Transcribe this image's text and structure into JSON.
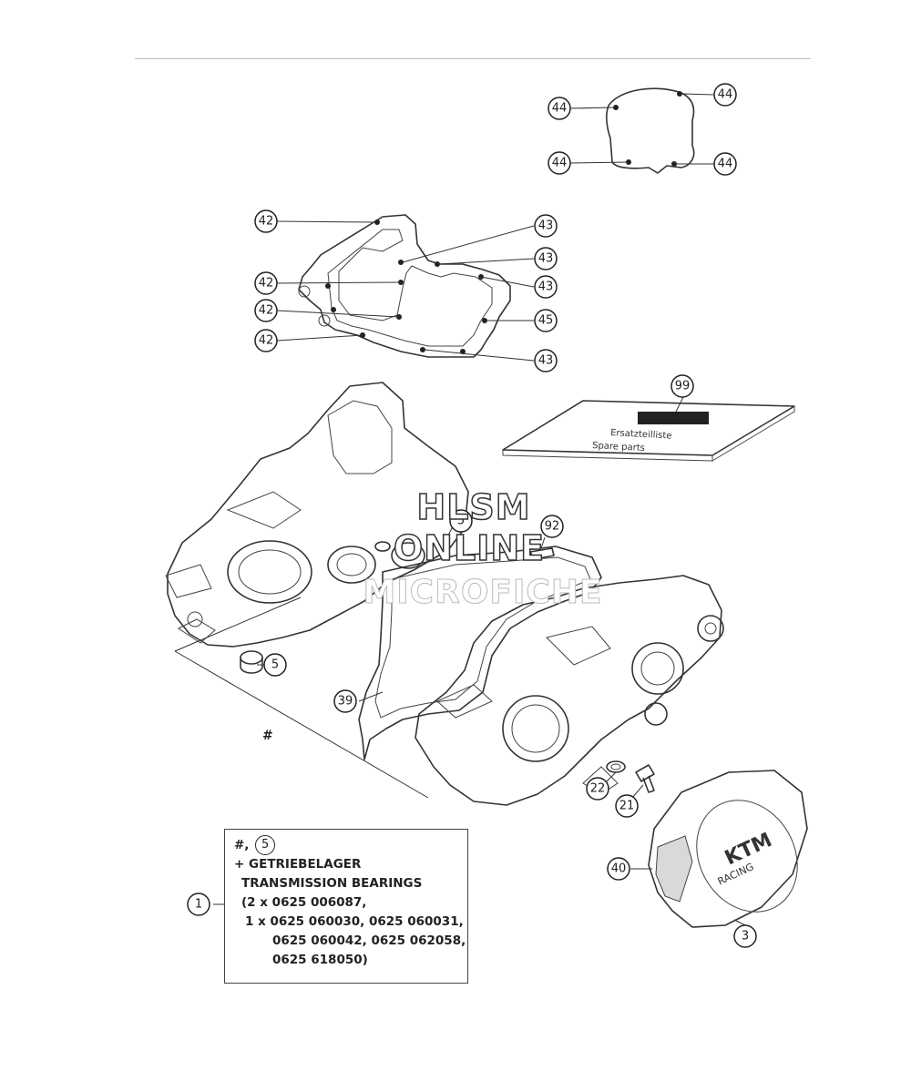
{
  "callouts": {
    "c44a": "44",
    "c44b": "44",
    "c44c": "44",
    "c44d": "44",
    "c42a": "42",
    "c42b": "42",
    "c42c": "42",
    "c42d": "42",
    "c43a": "43",
    "c43b": "43",
    "c43c": "43",
    "c43d": "43",
    "c45": "45",
    "c99": "99",
    "c5a": "5",
    "c5b": "5",
    "c92": "92",
    "c39": "39",
    "c22": "22",
    "c21": "21",
    "c40": "40",
    "c3": "3",
    "c1": "1"
  },
  "hash_label": "#",
  "watermark": {
    "line1": "HLSM",
    "line2": "ONLINE",
    "line3": "MICROFICHE"
  },
  "note": {
    "line1_prefix": "#,",
    "line1_circle": "5",
    "line2": "+ GETRIEBELAGER",
    "line3": "TRANSMISSION BEARINGS",
    "line4": "(2 x 0625 006087,",
    "line5": "1 x 0625 060030, 0625 060031,",
    "line6": "0625 060042, 0625 062058,",
    "line7": "0625 618050)"
  }
}
